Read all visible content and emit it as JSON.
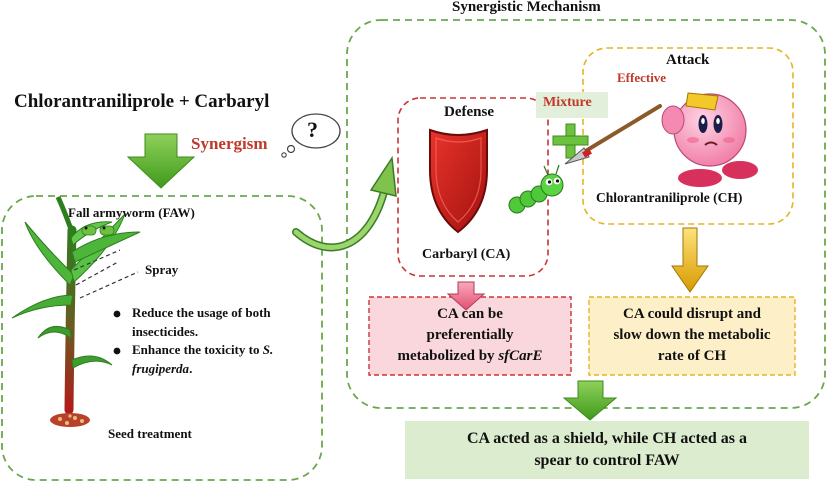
{
  "title": "Synergistic Mechanism",
  "left": {
    "combo": "Chlorantraniliprole + Carbaryl",
    "synergism": "Synergism",
    "thought": "?",
    "faw_label": "Fall armyworm (FAW)",
    "spray": "Spray",
    "bullet1_line1": "Reduce the usage of both",
    "bullet1_line2": "insecticides.",
    "bullet2_line1_a": "Enhance the toxicity to ",
    "bullet2_line1_b": "S.",
    "bullet2_line2_a": "frugiperda",
    "bullet2_line2_b": ".",
    "seed": "Seed treatment"
  },
  "defense": {
    "title": "Defense",
    "agent": "Carbaryl (CA)",
    "note_line1": "CA can be",
    "note_line2": "preferentially",
    "note_line3_a": "metabolized by ",
    "note_line3_b": "sfCarE"
  },
  "mixture": "Mixture",
  "attack": {
    "title": "Attack",
    "effective": "Effective",
    "agent": "Chlorantraniliprole (CH)",
    "note_line1": "CA could disrupt and",
    "note_line2": "slow down the metabolic",
    "note_line3": "rate of CH"
  },
  "conclusion": {
    "line1": "CA acted as a shield, while CH acted as a",
    "line2": "spear to control FAW"
  },
  "colors": {
    "green_dash": "#6aa84f",
    "red_dash": "#cc3333",
    "orange_dash": "#e6b422",
    "synergism_red": "#c0392b",
    "defense_fill": "#f9d7dc",
    "attack_fill": "#fdf0c8",
    "conclusion_fill": "#dcedcf",
    "mixture_fill": "#e2efda",
    "arrow_green": "#63b32e",
    "arrow_gold": "#e0a800",
    "arrow_pink": "#e8708c"
  }
}
